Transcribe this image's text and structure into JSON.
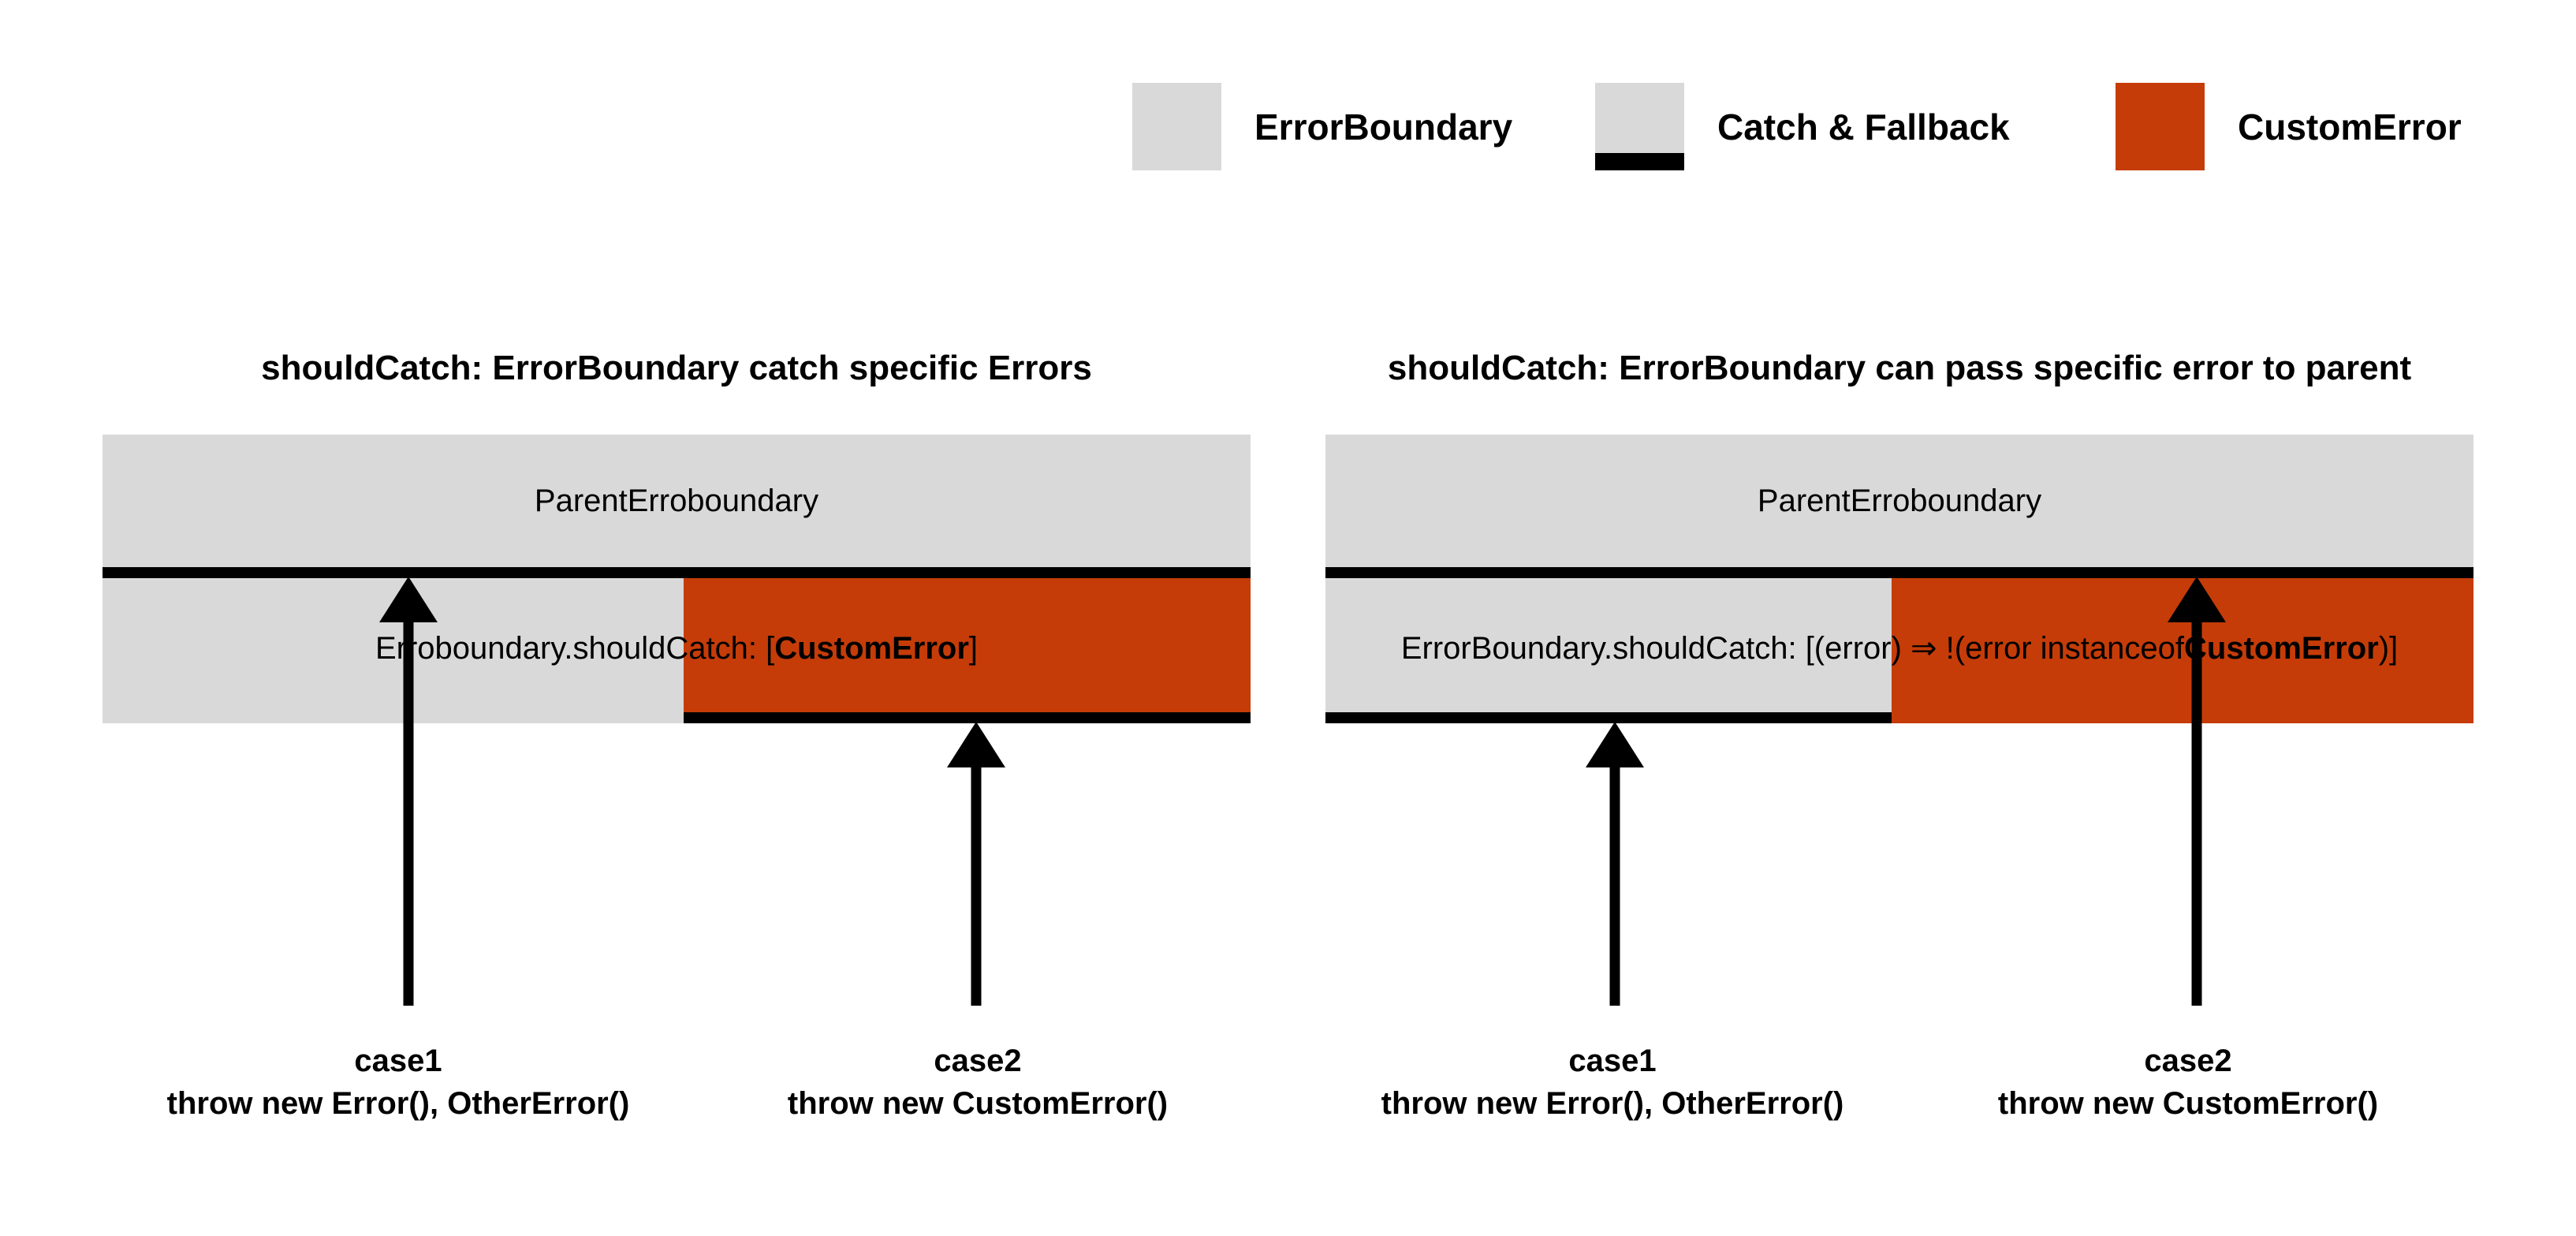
{
  "colors": {
    "error_boundary_gray": "#D9D9D9",
    "custom_error_orange": "#C53C08",
    "catch_fallback_black": "#000000",
    "background": "#FFFFFF"
  },
  "legend": {
    "items": [
      {
        "label": "ErrorBoundary"
      },
      {
        "label": "Catch & Fallback"
      },
      {
        "label": "CustomError"
      }
    ]
  },
  "diagrams": [
    {
      "title": "shouldCatch: ErrorBoundary catch specific Errors",
      "parent_bar_label": "ParentErroboundary",
      "child_bar_label_prefix": "Erroboundary.shouldCatch: [",
      "child_bar_label_bold": "CustomError",
      "child_bar_label_suffix": "]",
      "cases": [
        {
          "name": "case1",
          "code": "throw new Error(), OtherError()"
        },
        {
          "name": "case2",
          "code": "throw new CustomError()"
        }
      ]
    },
    {
      "title": "shouldCatch: ErrorBoundary can pass specific error to parent",
      "parent_bar_label": "ParentErroboundary",
      "child_bar_label_prefix": "ErrorBoundary.shouldCatch: [(error) ⇒ !(error instanceof ",
      "child_bar_label_bold": "CustomError",
      "child_bar_label_suffix": ")]",
      "cases": [
        {
          "name": "case1",
          "code": "throw new Error(), OtherError()"
        },
        {
          "name": "case2",
          "code": "throw new CustomError()"
        }
      ]
    }
  ]
}
